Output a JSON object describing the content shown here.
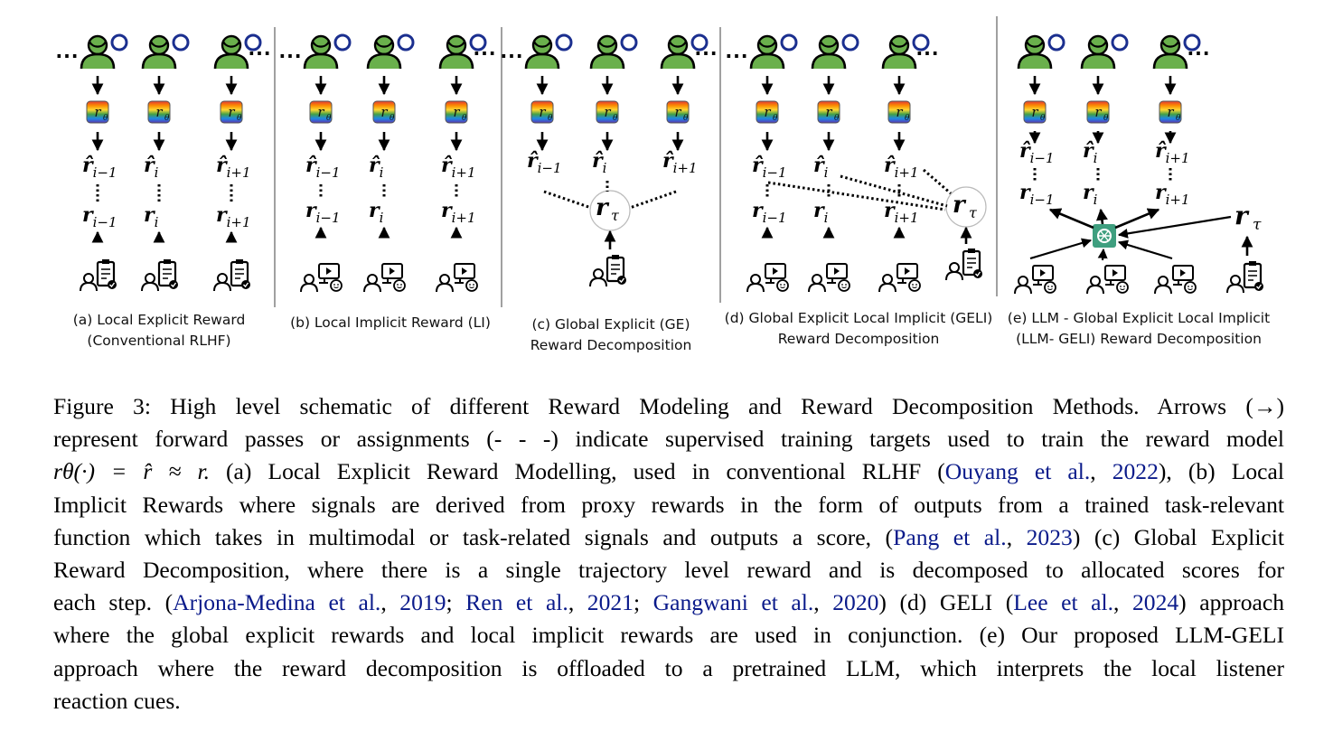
{
  "panels": [
    {
      "id": "a",
      "caption_l1": "(a) Local Explicit Reward",
      "caption_l2": "(Conventional RLHF)"
    },
    {
      "id": "b",
      "caption_l1": "(b) Local Implicit Reward (LI)",
      "caption_l2": ""
    },
    {
      "id": "c",
      "caption_l1": "(c) Global Explicit (GE)",
      "caption_l2": "Reward Decomposition"
    },
    {
      "id": "d",
      "caption_l1": "(d) Global Explicit Local Implicit (GELI)",
      "caption_l2": "Reward Decomposition"
    },
    {
      "id": "e",
      "caption_l1": "(e) LLM - Global Explicit Local Implicit",
      "caption_l2": "(LLM- GELI) Reward Decomposition"
    }
  ],
  "math": {
    "r_theta": "rθ",
    "r_hat": [
      "r̂",
      "i−1",
      "i",
      "i+1"
    ],
    "r": "r",
    "r_tau_sub": "τ",
    "sub_prev": "i−1",
    "sub_cur": "i",
    "sub_next": "i+1",
    "dots": "⋯"
  },
  "colors": {
    "person": "#6ab04c",
    "link": "#0a1a8a",
    "llm": "#3f9f7f"
  },
  "caption": {
    "l1": "Figure 3: High level schematic of different Reward Modeling and Reward Decomposition Methods. Arrows (→)",
    "l2": "represent forward passes or assignments (- - -) indicate supervised training targets used to train the reward model",
    "l3a": "rθ(·) = r̂ ≈ r.",
    "l3b": " (a) Local Explicit Reward Modelling, used in conventional RLHF (",
    "l3c1": "Ouyang et al.",
    "l3c2": ", ",
    "l3c3": "2022",
    "l3d": "), (b) Local",
    "l4": "Implicit Rewards where signals are derived from proxy rewards in the form of outputs from a trained task-relevant",
    "l5a": "function which takes in multimodal or task-related signals and outputs a score, (",
    "l5b1": "Pang et al.",
    "l5b2": ", ",
    "l5b3": "2023",
    "l5c": ") (c) Global Explicit",
    "l6": "Reward Decomposition, where there is a single trajectory level reward and is decomposed to allocated scores for",
    "l7a": "each step. (",
    "l7b1": "Arjona-Medina et al.",
    "l7b2": ", ",
    "l7b3": "2019",
    "l7c": "; ",
    "l7d1": "Ren et al.",
    "l7d2": ", ",
    "l7d3": "2021",
    "l7e": "; ",
    "l7f1": "Gangwani et al.",
    "l7f2": ", ",
    "l7f3": "2020",
    "l7g": ") (d) GELI (",
    "l7h1": "Lee et al.",
    "l7h2": ", ",
    "l7h3": "2024",
    "l7i": ") approach",
    "l8": "where the global explicit rewards and local implicit rewards are used in conjunction. (e) Our proposed LLM-GELI",
    "l9": "approach where the reward decomposition is offloaded to a pretrained LLM, which interprets the local listener",
    "l10": "reaction cues."
  }
}
